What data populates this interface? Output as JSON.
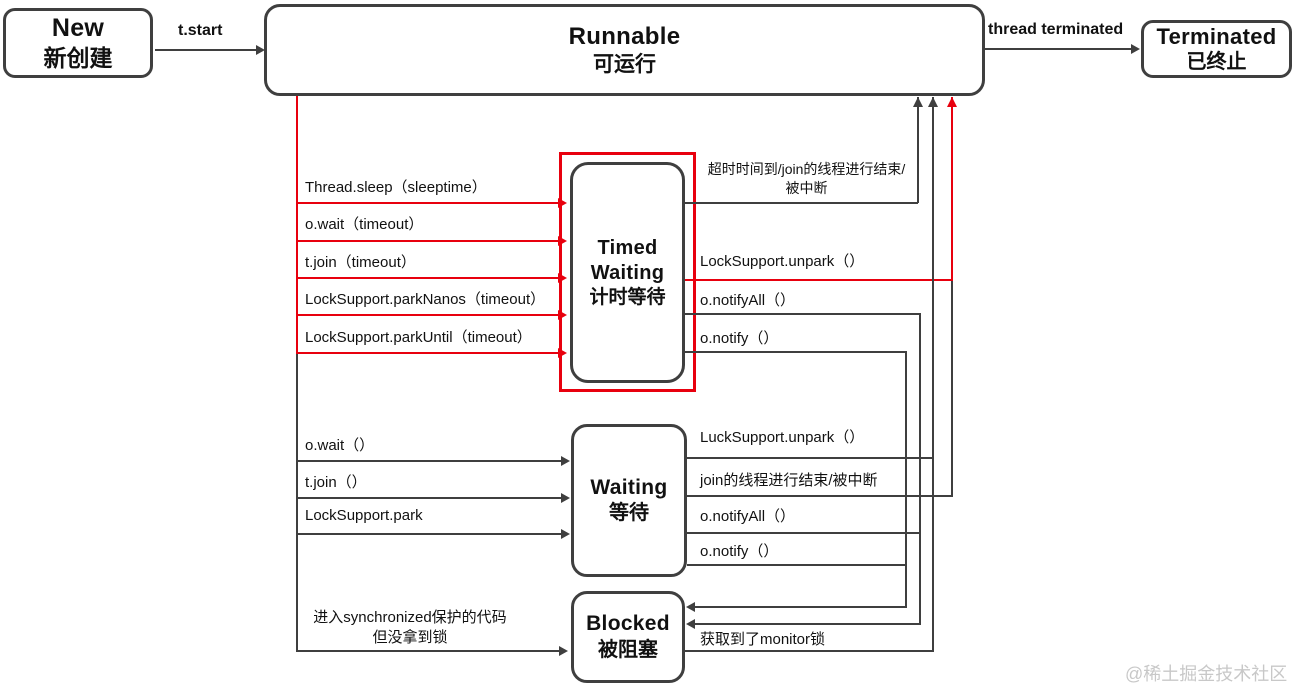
{
  "nodes": {
    "new_en": "New",
    "new_zh": "新创建",
    "runnable_en": "Runnable",
    "runnable_zh": "可运行",
    "terminated_en": "Terminated",
    "terminated_zh": "已终止",
    "timed_en": "Timed Waiting",
    "timed_zh": "计时等待",
    "waiting_en": "Waiting",
    "waiting_zh": "等待",
    "blocked_en": "Blocked",
    "blocked_zh": "被阻塞"
  },
  "edges": {
    "t_start": "t.start",
    "thread_terminated": "thread terminated",
    "sleep": "Thread.sleep（sleeptime）",
    "owait_timeout": "o.wait（timeout）",
    "tjoin_timeout": "t.join（timeout）",
    "park_nanos": "LockSupport.parkNanos（timeout）",
    "park_until": "LockSupport.parkUntil（timeout）",
    "timeout_join_line1": "超时时间到/join的线程进行结束/",
    "timeout_join_line2": "被中断",
    "unpark_timed": "LockSupport.unpark（）",
    "notifyall_timed": "o.notifyAll（）",
    "notify_timed": "o.notify（）",
    "owait": "o.wait（）",
    "tjoin": "t.join（）",
    "park": "LockSupport.park",
    "unpark_waiting": "LuckSupport.unpark（）",
    "join_end": "join的线程进行结束/被中断",
    "notifyall_waiting": "o.notifyAll（）",
    "notify_waiting": "o.notify（）",
    "sync_line1": "进入synchronized保护的代码",
    "sync_line2": "但没拿到锁",
    "monitor": "获取到了monitor锁"
  },
  "colors": {
    "line": "#3f3f3f",
    "accent_red": "#e8000e",
    "text": "#111111",
    "watermark": "#c8c8c8"
  },
  "watermark": "@稀土掘金技术社区"
}
